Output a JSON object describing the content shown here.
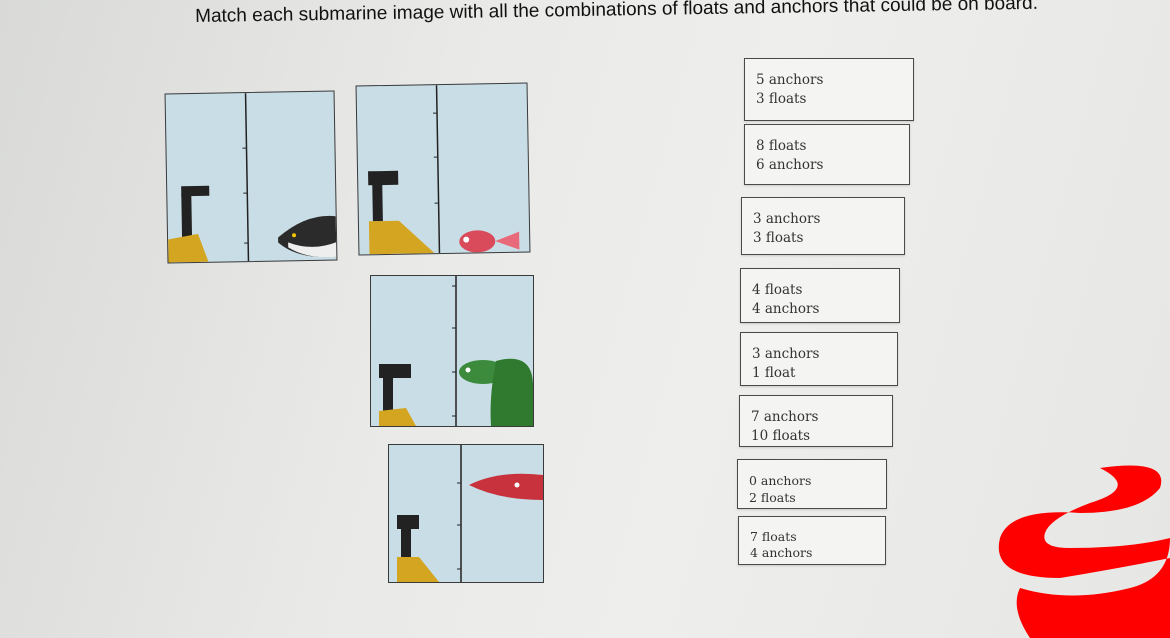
{
  "prompt": "Match each submarine image with all the combinations of floats and anchors that could be on board.",
  "images": [
    {
      "name": "penguin",
      "animal": "penguin"
    },
    {
      "name": "fish",
      "animal": "fish"
    },
    {
      "name": "turtle",
      "animal": "turtle"
    },
    {
      "name": "squid",
      "animal": "squid"
    }
  ],
  "answers": [
    {
      "line1": "5 anchors",
      "line2": "3 floats"
    },
    {
      "line1": "8 floats",
      "line2": "6 anchors"
    },
    {
      "line1": "3 anchors",
      "line2": "3 floats"
    },
    {
      "line1": "4 floats",
      "line2": "4 anchors"
    },
    {
      "line1": "3 anchors",
      "line2": "1 float"
    },
    {
      "line1": "7 anchors",
      "line2": "10 floats"
    },
    {
      "line1": "0 anchors",
      "line2": "2 floats"
    },
    {
      "line1": "7 floats",
      "line2": "4 anchors"
    }
  ],
  "colors": {
    "water": "#c9dde6",
    "submarine": "#d4a520",
    "periscope": "#222222",
    "redaction": "#ff0000"
  }
}
